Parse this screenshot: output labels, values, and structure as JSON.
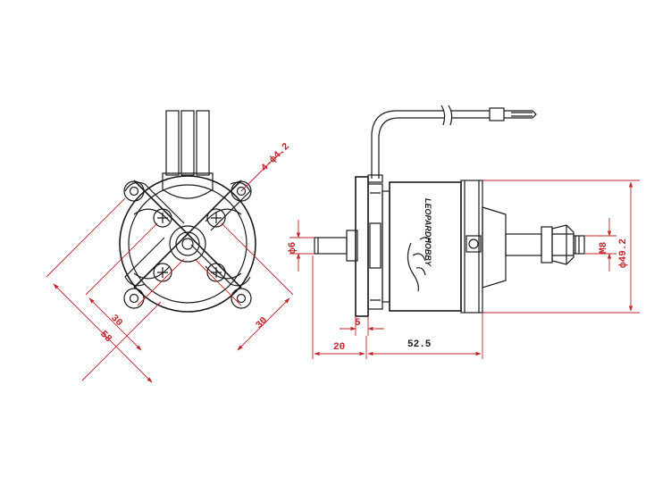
{
  "colors": {
    "line": "#1a1a1a",
    "dimension": "#c0262c",
    "background": "#ffffff"
  },
  "front_view": {
    "hole_spec": "4-ф4.2",
    "dim_mount_a": "30",
    "dim_mount_b": "30",
    "dim_cross_outer": "58"
  },
  "side_view": {
    "brand": "LEOPARDHOBBY",
    "dim_shaft_dia": "ф6",
    "dim_flange": "5",
    "dim_shaft_len": "20",
    "dim_body_len": "52.5",
    "dim_thread": "M8",
    "dim_body_dia": "ф49.2"
  }
}
